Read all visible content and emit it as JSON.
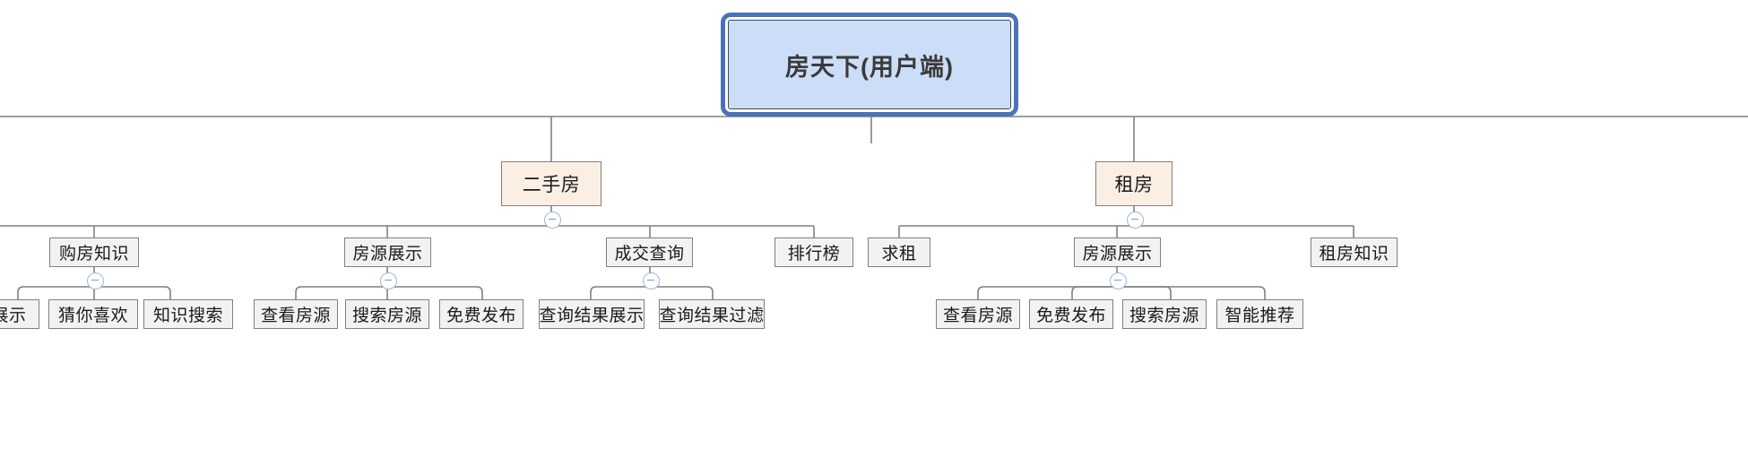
{
  "diagram": {
    "type": "mind-map",
    "title": "房天下(用户端)",
    "orientation": "top-down",
    "colors": {
      "root_fill": "#ccddf7",
      "root_border": "#3c4a5e",
      "root_selection": "#4a72b8",
      "branch_fill": "#fbefe4",
      "node_fill": "#f2f2f2",
      "node_border": "#808080",
      "connector": "#808080",
      "toggle_border": "#9bb7dd",
      "background": "#ffffff"
    }
  },
  "root": {
    "label": "房天下(用户端)",
    "selected": true
  },
  "nodes": {
    "l1_ershoufang": "二手房",
    "l1_zufang": "租房",
    "l2_goufangzhishi": "购房知识",
    "l2_fangyuanzhanshi_a": "房源展示",
    "l2_chengjiaochaxun": "成交查询",
    "l2_paihangbang": "排行榜",
    "l2_qiuzu": "求租",
    "l2_fangyuanzhanshi_b": "房源展示",
    "l2_zufangzhishi": "租房知识",
    "l3_zhanshi": "展示",
    "l3_caiNiXihuan": "猜你喜欢",
    "l3_zhishisousuo": "知识搜索",
    "l3_chakanfangyuan_a": "查看房源",
    "l3_sousuofangyuan_a": "搜索房源",
    "l3_mianfeifabu_a": "免费发布",
    "l3_chaxunjieguozhanshi": "查询结果展示",
    "l3_chaxunjieguoguolv": "查询结果过滤",
    "l3_chakanfangyuan_b": "查看房源",
    "l3_mianfeifabu_b": "免费发布",
    "l3_sousuofangyuan_b": "搜索房源",
    "l3_zhinengtuijian": "智能推荐"
  },
  "toggles": {
    "icon": "collapse-minus-icon",
    "state": "expanded",
    "glyph": "−"
  },
  "tree": [
    {
      "label": "房天下(用户端)",
      "children": [
        {
          "label": "二手房",
          "children": [
            {
              "label": "购房知识",
              "children": [
                {
                  "label": "展示"
                },
                {
                  "label": "猜你喜欢"
                },
                {
                  "label": "知识搜索"
                }
              ]
            },
            {
              "label": "房源展示",
              "children": [
                {
                  "label": "查看房源"
                },
                {
                  "label": "搜索房源"
                },
                {
                  "label": "免费发布"
                }
              ]
            },
            {
              "label": "成交查询",
              "children": [
                {
                  "label": "查询结果展示"
                },
                {
                  "label": "查询结果过滤"
                }
              ]
            },
            {
              "label": "排行榜"
            }
          ]
        },
        {
          "label": "租房",
          "children": [
            {
              "label": "求租"
            },
            {
              "label": "房源展示",
              "children": [
                {
                  "label": "查看房源"
                },
                {
                  "label": "免费发布"
                },
                {
                  "label": "搜索房源"
                },
                {
                  "label": "智能推荐"
                }
              ]
            },
            {
              "label": "租房知识"
            }
          ]
        }
      ]
    }
  ]
}
